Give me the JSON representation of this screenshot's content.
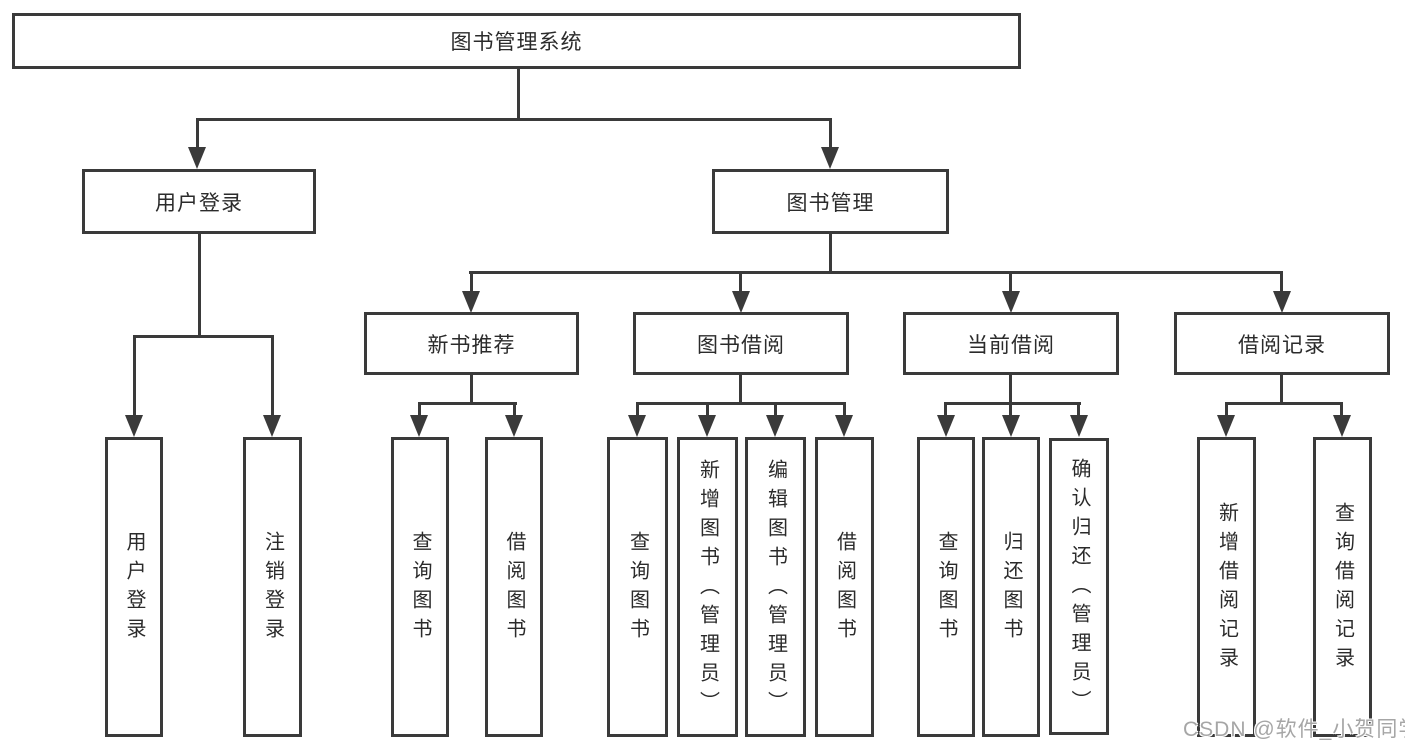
{
  "diagram": {
    "root": {
      "label": "图书管理系统"
    },
    "level2": [
      {
        "label": "用户登录",
        "children": [
          {
            "label": "用户登录"
          },
          {
            "label": "注销登录"
          }
        ]
      },
      {
        "label": "图书管理",
        "children": [
          {
            "label": "新书推荐",
            "children": [
              {
                "label": "查询图书"
              },
              {
                "label": "借阅图书"
              }
            ]
          },
          {
            "label": "图书借阅",
            "children": [
              {
                "label": "查询图书"
              },
              {
                "label": "新增图书（管理员）"
              },
              {
                "label": "编辑图书（管理员）"
              },
              {
                "label": "借阅图书"
              }
            ]
          },
          {
            "label": "当前借阅",
            "children": [
              {
                "label": "查询图书"
              },
              {
                "label": "归还图书"
              },
              {
                "label": "确认归还（管理员）"
              }
            ]
          },
          {
            "label": "借阅记录",
            "children": [
              {
                "label": "新增借阅记录"
              },
              {
                "label": "查询借阅记录"
              }
            ]
          }
        ]
      }
    ]
  },
  "watermark": {
    "text": "CSDN @软件_小贺同学"
  },
  "colors": {
    "line": "#3a3a3a",
    "text": "#2b2b2b",
    "background": "#ffffff",
    "watermark_text": "#a6a6a6"
  }
}
